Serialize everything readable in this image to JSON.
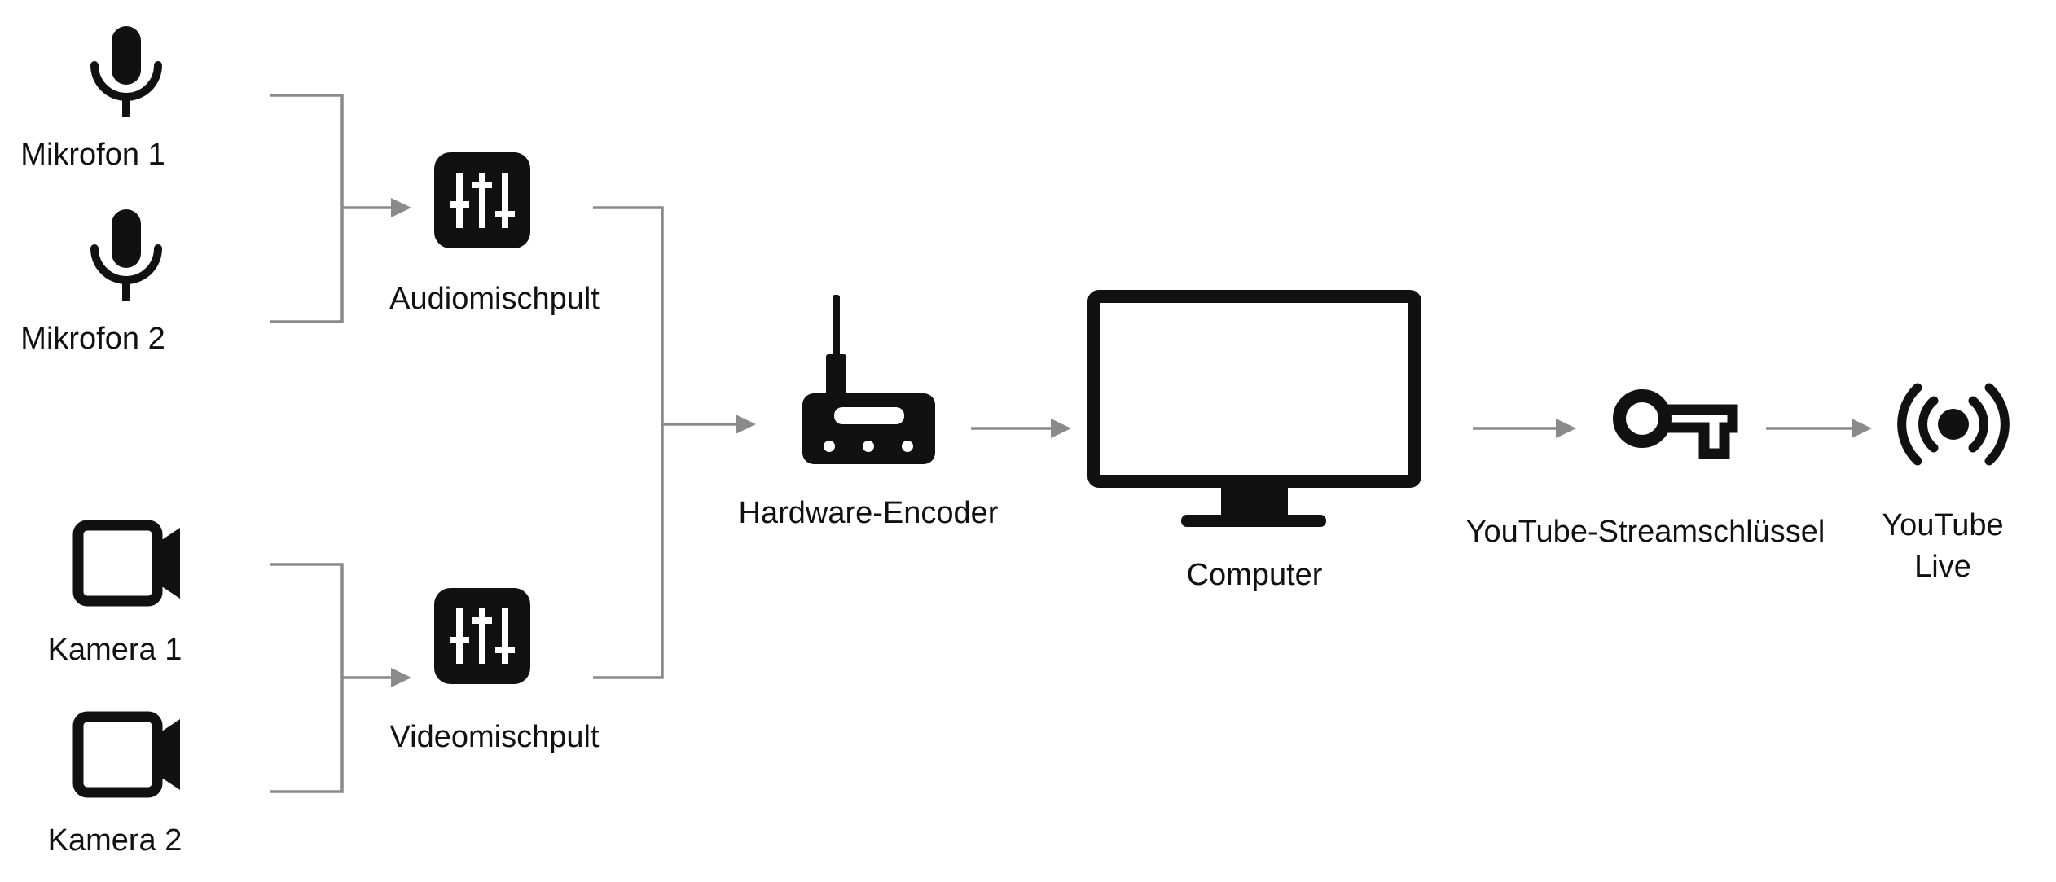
{
  "nodes": {
    "mic1": {
      "label": "Mikrofon 1",
      "icon": "microphone-icon"
    },
    "mic2": {
      "label": "Mikrofon 2",
      "icon": "microphone-icon"
    },
    "cam1": {
      "label": "Kamera 1",
      "icon": "video-camera-icon"
    },
    "cam2": {
      "label": "Kamera 2",
      "icon": "video-camera-icon"
    },
    "audio_mixer": {
      "label": "Audiomischpult",
      "icon": "mixer-sliders-icon"
    },
    "video_mixer": {
      "label": "Videomischpult",
      "icon": "mixer-sliders-icon"
    },
    "encoder": {
      "label": "Hardware-Encoder",
      "icon": "router-encoder-icon"
    },
    "computer": {
      "label": "Computer",
      "icon": "monitor-icon"
    },
    "stream_key": {
      "label": "YouTube-Streamschlüssel",
      "icon": "key-icon"
    },
    "live": {
      "label_line1": "YouTube",
      "label_line2": "Live",
      "icon": "broadcast-icon"
    }
  },
  "edges": [
    {
      "from": "mic1",
      "to": "audio_mixer"
    },
    {
      "from": "mic2",
      "to": "audio_mixer"
    },
    {
      "from": "cam1",
      "to": "video_mixer"
    },
    {
      "from": "cam2",
      "to": "video_mixer"
    },
    {
      "from": "audio_mixer",
      "to": "encoder"
    },
    {
      "from": "video_mixer",
      "to": "encoder"
    },
    {
      "from": "encoder",
      "to": "computer"
    },
    {
      "from": "computer",
      "to": "stream_key"
    },
    {
      "from": "stream_key",
      "to": "live"
    }
  ],
  "colors": {
    "icon": "#111111",
    "connector": "#8a8a8a",
    "text": "#111111"
  }
}
